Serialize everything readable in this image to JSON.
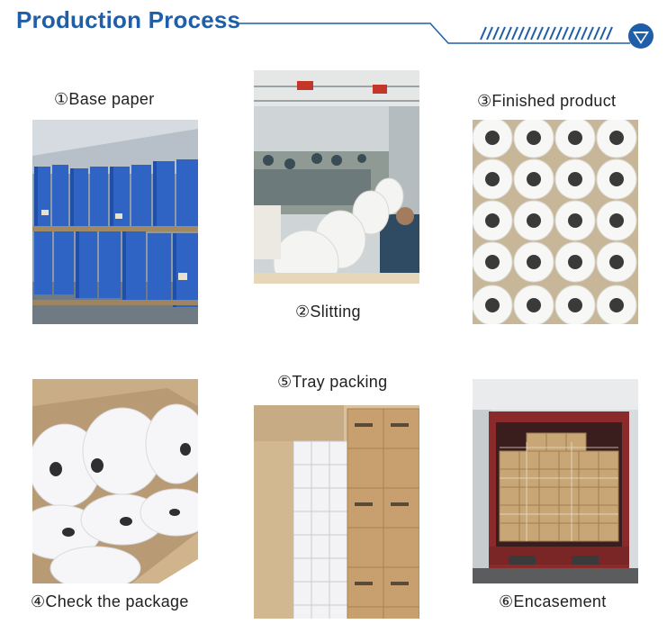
{
  "header": {
    "title": "Production Process",
    "accent_color": "#1f5ea8",
    "badge_icon": "chevron-down-triangle"
  },
  "steps": [
    {
      "number": "①",
      "label": "Base paper"
    },
    {
      "number": "②",
      "label": "Slitting"
    },
    {
      "number": "③",
      "label": "Finished product"
    },
    {
      "number": "④",
      "label": "Check the package"
    },
    {
      "number": "⑤",
      "label": "Tray packing"
    },
    {
      "number": "⑥",
      "label": "Encasement"
    }
  ],
  "labels_full": [
    "①Base paper",
    "②Slitting",
    "③Finished product",
    "④Check the package",
    "⑤Tray packing",
    "⑥Encasement"
  ]
}
